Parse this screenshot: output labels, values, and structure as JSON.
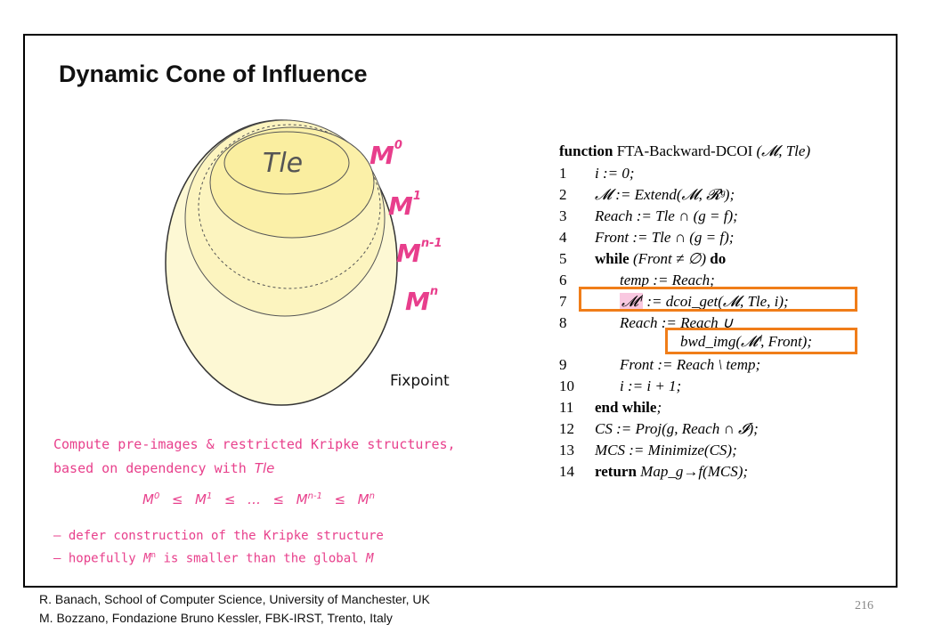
{
  "slide": {
    "title": "Dynamic Cone of Influence",
    "page_number": "216"
  },
  "diagram": {
    "inner_label": "Tle",
    "labels": {
      "m0": {
        "base": "M",
        "sup": "0"
      },
      "m1": {
        "base": "M",
        "sup": "1"
      },
      "mn1": {
        "base": "M",
        "sup": "n-1"
      },
      "mn": {
        "base": "M",
        "sup": "n"
      }
    },
    "fixpoint": "Fixpoint",
    "colors": {
      "pink": "#e83e8c",
      "fill_outer": "#fdf8d4",
      "fill_inner": "#fbf0a8",
      "highlight": "#f07d19"
    }
  },
  "description": {
    "line1": "Compute pre-images & restricted Kripke structures,",
    "line2_prefix": "based on  dependency with ",
    "line2_italic": "Tle",
    "sequence": {
      "m0": "M",
      "s0": "0",
      "le": "≤",
      "m1": "M",
      "s1": "1",
      "dots": "…",
      "mn1": "M",
      "sn1": "n-1",
      "mn": "M",
      "sn": "n"
    },
    "bullet1": "– defer construction of the Kripke structure",
    "bullet2_prefix": "– hopefully ",
    "bullet2_m": "M",
    "bullet2_sup": "n",
    "bullet2_suffix": " is smaller than the global ",
    "bullet2_end": "M"
  },
  "algorithm": {
    "header_keyword": "function",
    "header_name": "FTA-Backward-DCOI",
    "header_args": "(𝓜, Tle)",
    "lines": [
      {
        "num": "1",
        "code": "i := 0;"
      },
      {
        "num": "2",
        "code": "𝓜 := Extend(𝓜, 𝓡ᵍ);"
      },
      {
        "num": "3",
        "code": "Reach := Tle ∩ (g = f);"
      },
      {
        "num": "4",
        "code": "Front := Tle ∩ (g = f);"
      },
      {
        "num": "5",
        "kw": "while",
        "code": "(Front ≠ ∅)",
        "kw2": "do"
      },
      {
        "num": "6",
        "code": "temp := Reach;"
      },
      {
        "num": "7",
        "hl": "𝓜ⁱ",
        "code": " := dcoi_get(𝓜, Tle, i);"
      },
      {
        "num": "8",
        "code": "Reach := Reach ∪"
      },
      {
        "num": "",
        "code": "bwd_img(𝓜ⁱ, Front);"
      },
      {
        "num": "9",
        "code": "Front := Reach \\ temp;"
      },
      {
        "num": "10",
        "code": "i := i + 1;"
      },
      {
        "num": "11",
        "kw": "end while",
        "code": ";"
      },
      {
        "num": "12",
        "code": "CS := Proj(g, Reach ∩ 𝓘);"
      },
      {
        "num": "13",
        "code": "MCS := Minimize(CS);"
      },
      {
        "num": "14",
        "kw": "return",
        "code": "Map_g→f(MCS);"
      }
    ]
  },
  "footer": {
    "line1": "R. Banach,  School of  Computer Science, University of Manchester,  UK",
    "line2": "M. Bozzano,  Fondazione  Bruno Kessler, FBK-IRST, Trento, Italy"
  }
}
